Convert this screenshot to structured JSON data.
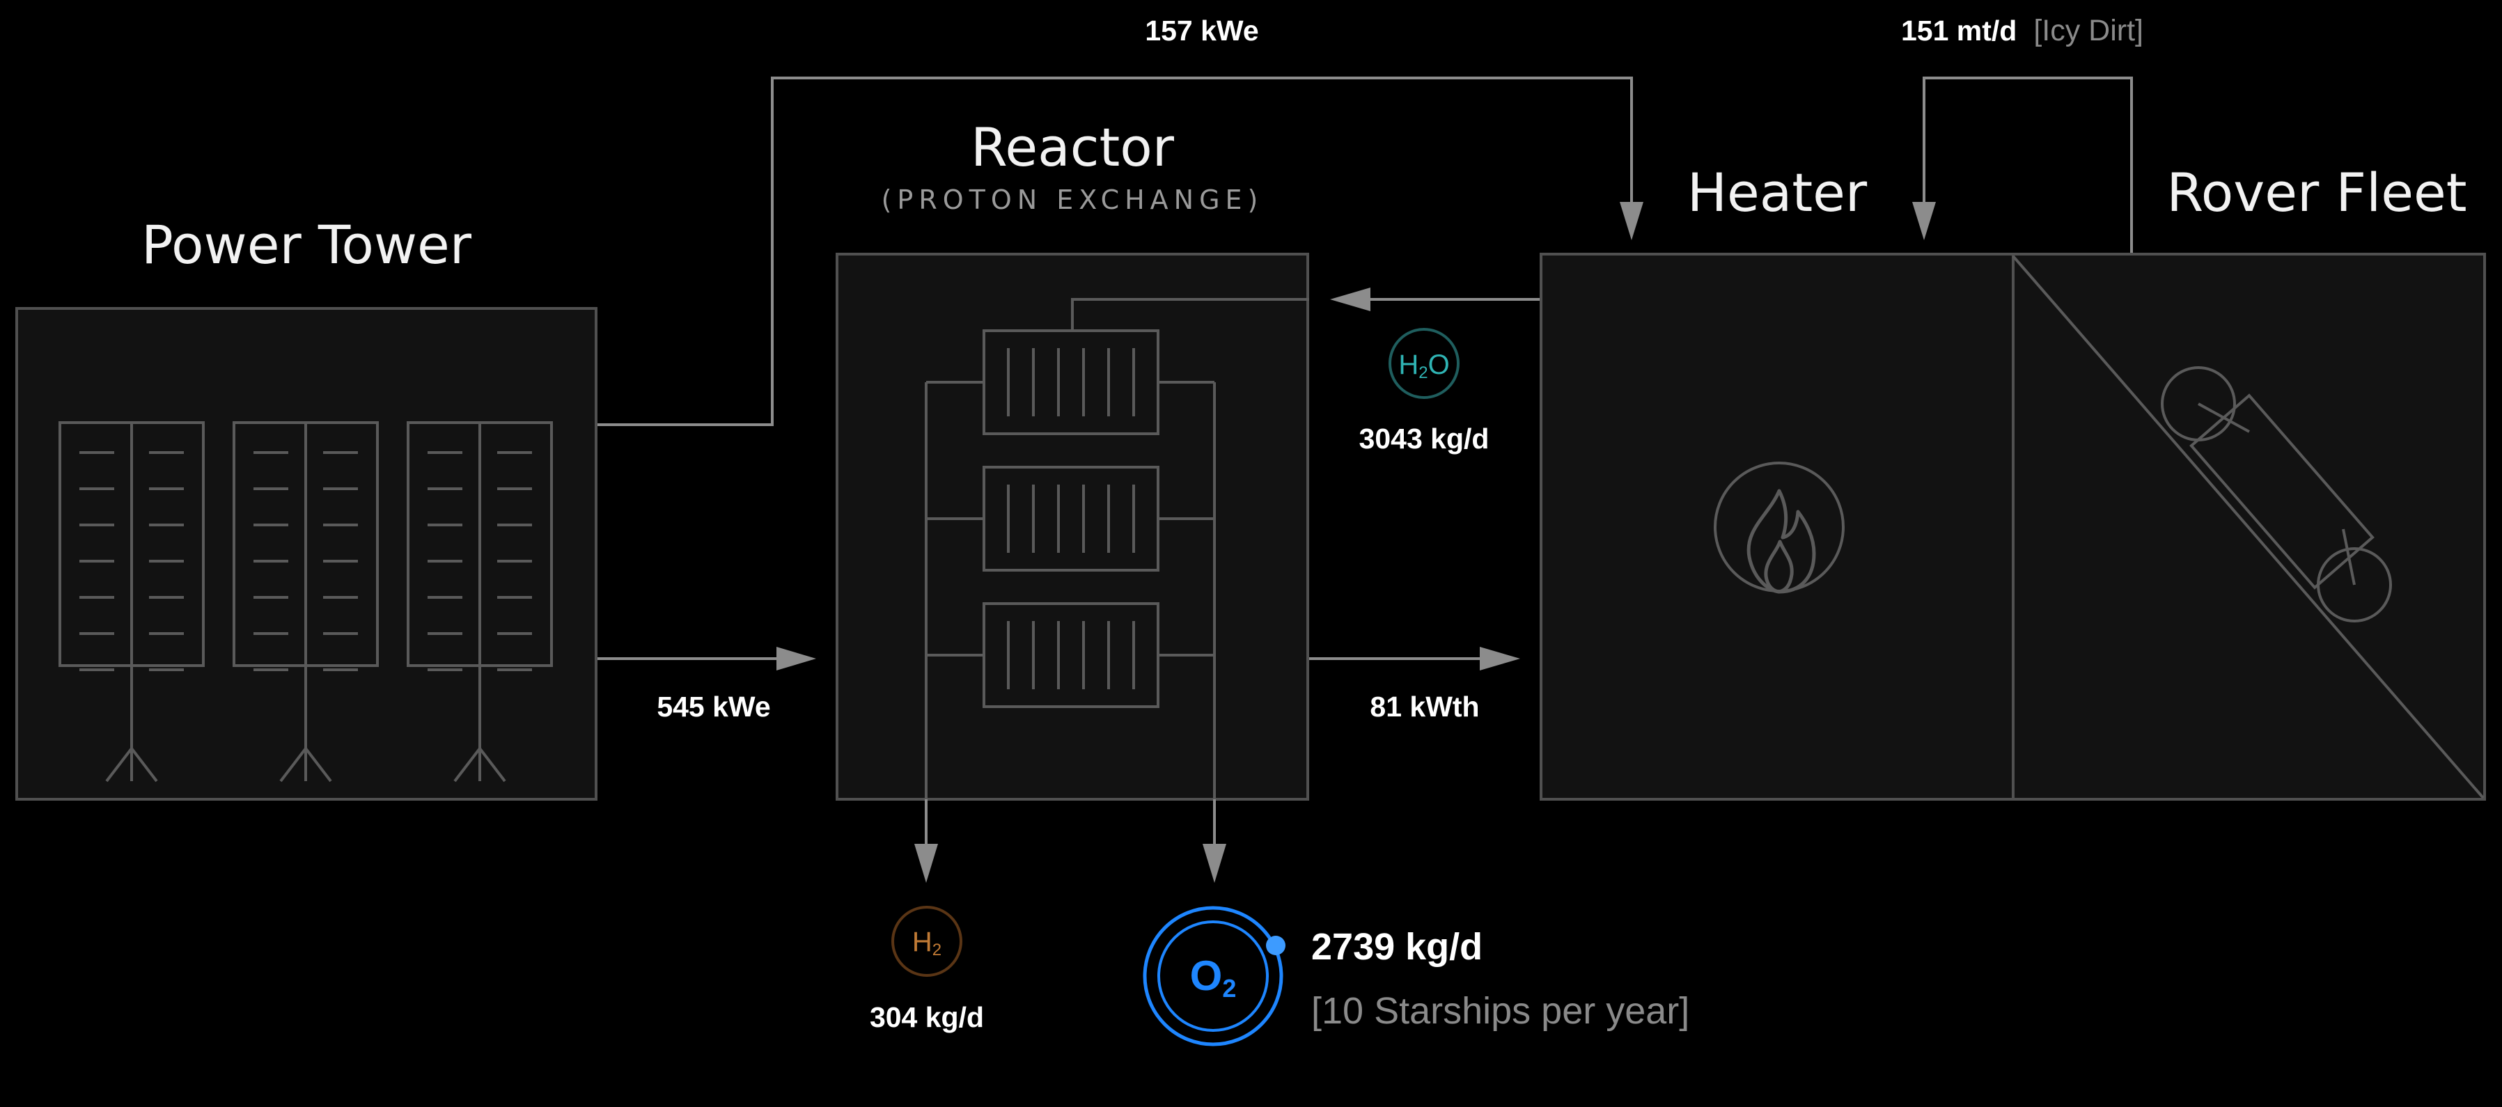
{
  "nodes": {
    "power_tower": {
      "title": "Power Tower"
    },
    "reactor": {
      "title": "Reactor",
      "subtitle": "(PROTON EXCHANGE)"
    },
    "heater": {
      "title": "Heater"
    },
    "rover_fleet": {
      "title": "Rover Fleet"
    }
  },
  "flows": {
    "power_to_heater": "157 kWe",
    "power_to_reactor": "545 kWe",
    "reactor_to_heater": "81 kWth",
    "dirt_input": "151 mt/d",
    "dirt_type": "[Icy Dirt]",
    "water": "3043 kg/d",
    "hydrogen": "304 kg/d",
    "oxygen": "2739 kg/d",
    "oxygen_note": "[10 Starships per year]"
  },
  "chemicals": {
    "water": {
      "main": "H",
      "sub": "2",
      "tail": "O",
      "color": "#2fb3b3"
    },
    "hydrogen": {
      "main": "H",
      "sub": "2",
      "color": "#c07a35"
    },
    "oxygen": {
      "main": "O",
      "sub": "2",
      "color": "#1e86ff"
    }
  },
  "icons": {
    "heater": "flame-icon",
    "rover": "rover-icon",
    "power_racks": "server-rack-icon",
    "reactor_cells": "fuel-cell-icon"
  }
}
